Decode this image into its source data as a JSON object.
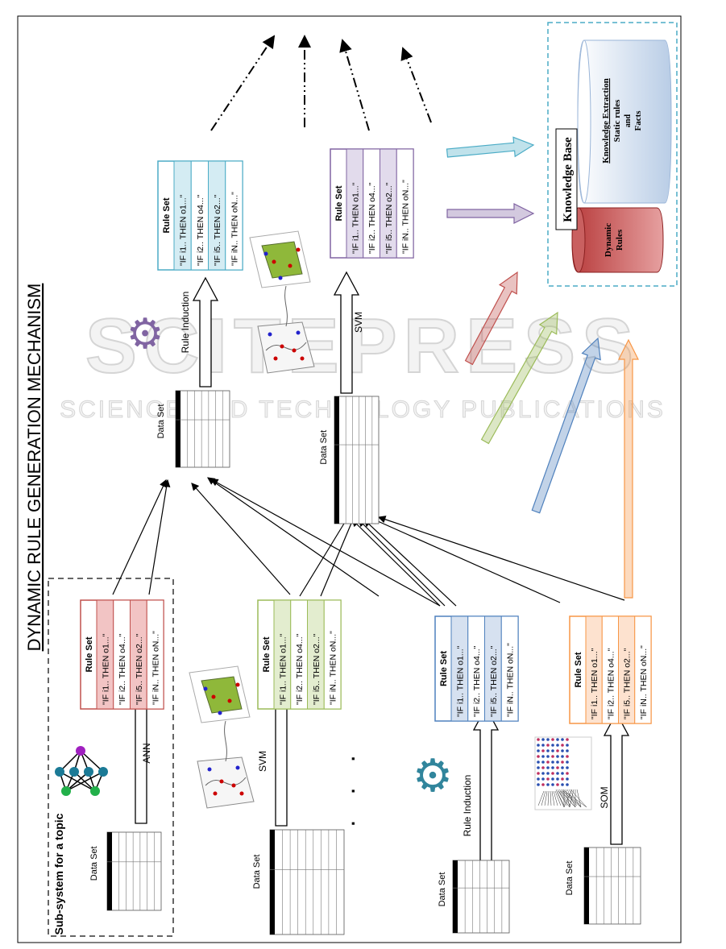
{
  "title": "DYNAMIC RULE GENERATION MECHANISM",
  "subsystem_label": "Sub-system for a topic",
  "data_set_label": "Data Set",
  "methods": {
    "ann": "ANN",
    "svm": "SVM",
    "rule_induction": "Rule Induction",
    "som": "SOM",
    "top_rule_induction": "Rule Induction",
    "top_svm": "SVM"
  },
  "ellipsis": ". . .",
  "rule_sets": [
    {
      "id": "ann",
      "title": "Rule Set",
      "color": "#c0504d",
      "fill": "#f2c4c4",
      "rules": [
        "\"IF i1.. THEN o1...\"",
        "\"IF i2.. THEN o4...\"",
        "\"IF i5.. THEN o2...\"",
        "\"IF iN.. THEN oN...\""
      ]
    },
    {
      "id": "svm",
      "title": "Rule Set",
      "color": "#9bbb59",
      "fill": "#e3edcf",
      "rules": [
        "\"IF i1.. THEN o1...\"",
        "\"IF i2.. THEN o4...\"",
        "\"IF i5.. THEN o2...\"",
        "\"IF iN.. THEN oN...\""
      ]
    },
    {
      "id": "rule-induction",
      "title": "Rule Set",
      "color": "#4f81bd",
      "fill": "#d6e1f0",
      "rules": [
        "\"IF i1.. THEN o1...\"",
        "\"IF i2.. THEN o4...\"",
        "\"IF i5.. THEN o2...\"",
        "\"IF iN.. THEN oN...\""
      ]
    },
    {
      "id": "som",
      "title": "Rule Set",
      "color": "#f79646",
      "fill": "#fde2cf",
      "rules": [
        "\"IF i1.. THEN o1...\"",
        "\"IF i2.. THEN o4...\"",
        "\"IF i5.. THEN o2...\"",
        "\"IF iN.. THEN oN...\""
      ]
    },
    {
      "id": "top-rule-induction",
      "title": "Rule Set",
      "color": "#4bacc6",
      "fill": "#d4ecf3",
      "rules": [
        "\"IF i1.. THEN o1...\"",
        "\"IF i2.. THEN o4...\"",
        "\"IF i5.. THEN o2...\"",
        "\"IF iN.. THEN oN...\""
      ]
    },
    {
      "id": "top-svm",
      "title": "Rule Set",
      "color": "#8064a2",
      "fill": "#e2dbec",
      "rules": [
        "\"IF i1.. THEN o1...\"",
        "\"IF i2.. THEN o4...\"",
        "\"IF i5.. THEN o2...\"",
        "\"IF iN.. THEN oN...\""
      ]
    }
  ],
  "knowledge_base": {
    "title": "Knowledge Base",
    "static_heading": "Knowledge Extraction",
    "static_line1": "Static rules",
    "static_line2": "and",
    "static_line3": "Facts",
    "dynamic_line1": "Dynamic",
    "dynamic_line2": "Rules"
  },
  "watermark": {
    "main": "SCITEPRESS",
    "sub": "SCIENCE AND TECHNOLOGY PUBLICATIONS"
  },
  "colors": {
    "cyan": "#4bacc6",
    "purple": "#8064a2",
    "red": "#c0504d",
    "green": "#9bbb59",
    "blue": "#4f81bd",
    "orange": "#f79646"
  }
}
